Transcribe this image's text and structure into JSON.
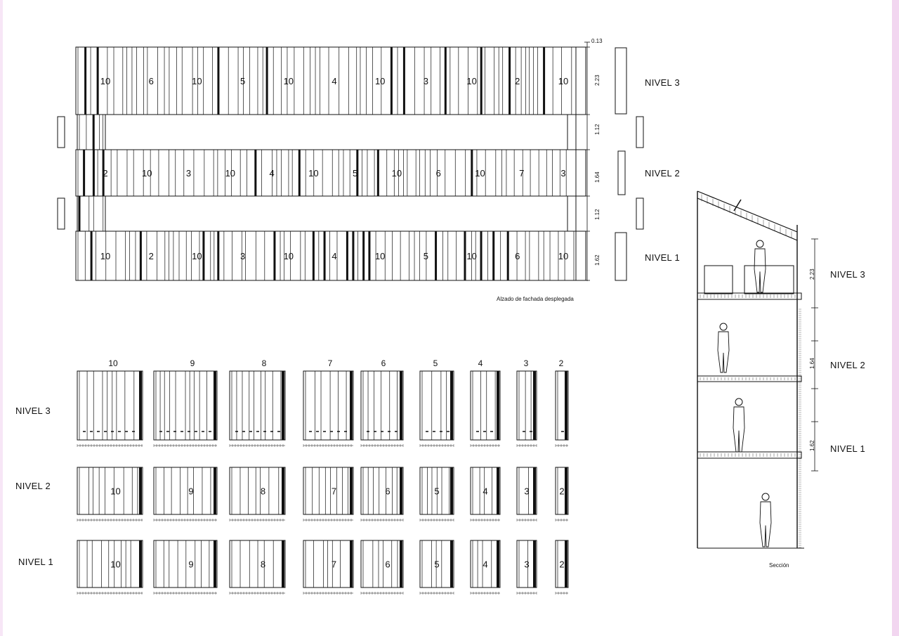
{
  "elevation": {
    "caption": "Alzado de fachada desplegada",
    "top_dim": "0.13",
    "levels": [
      {
        "label": "NIVEL 3",
        "dim": "2.23",
        "numbers": [
          "10",
          "6",
          "10",
          "5",
          "10",
          "4",
          "10",
          "3",
          "10",
          "2",
          "10"
        ],
        "end_mark": "1"
      },
      {
        "label": "",
        "dim": "1.12",
        "numbers": [],
        "end_mark": ""
      },
      {
        "label": "NIVEL 2",
        "dim": "1.64",
        "numbers": [
          "2",
          "10",
          "3",
          "10",
          "4",
          "10",
          "5",
          "10",
          "6",
          "10",
          "7",
          "3"
        ],
        "end_mark": ""
      },
      {
        "label": "",
        "dim": "1.12",
        "numbers": [],
        "end_mark": ""
      },
      {
        "label": "NIVEL 1",
        "dim": "1.62",
        "numbers": [
          "10",
          "2",
          "10",
          "3",
          "10",
          "4",
          "10",
          "5",
          "10",
          "6",
          "10"
        ],
        "end_mark": ""
      }
    ]
  },
  "panels": {
    "columns": [
      "10",
      "9",
      "8",
      "7",
      "6",
      "5",
      "4",
      "3",
      "2"
    ],
    "rows": [
      {
        "label": "NIVEL 3",
        "show_numbers": false
      },
      {
        "label": "NIVEL 2",
        "show_numbers": true
      },
      {
        "label": "NIVEL 1",
        "show_numbers": true
      }
    ]
  },
  "section": {
    "caption": "Sección",
    "levels": [
      {
        "label": "NIVEL 3",
        "dim": "2.23"
      },
      {
        "label": "NIVEL 2",
        "dim": "1.64"
      },
      {
        "label": "NIVEL 1",
        "dim": "1.62"
      }
    ]
  },
  "colors": {
    "ink": "#111111",
    "accent_edge": "#f2d6f0"
  }
}
